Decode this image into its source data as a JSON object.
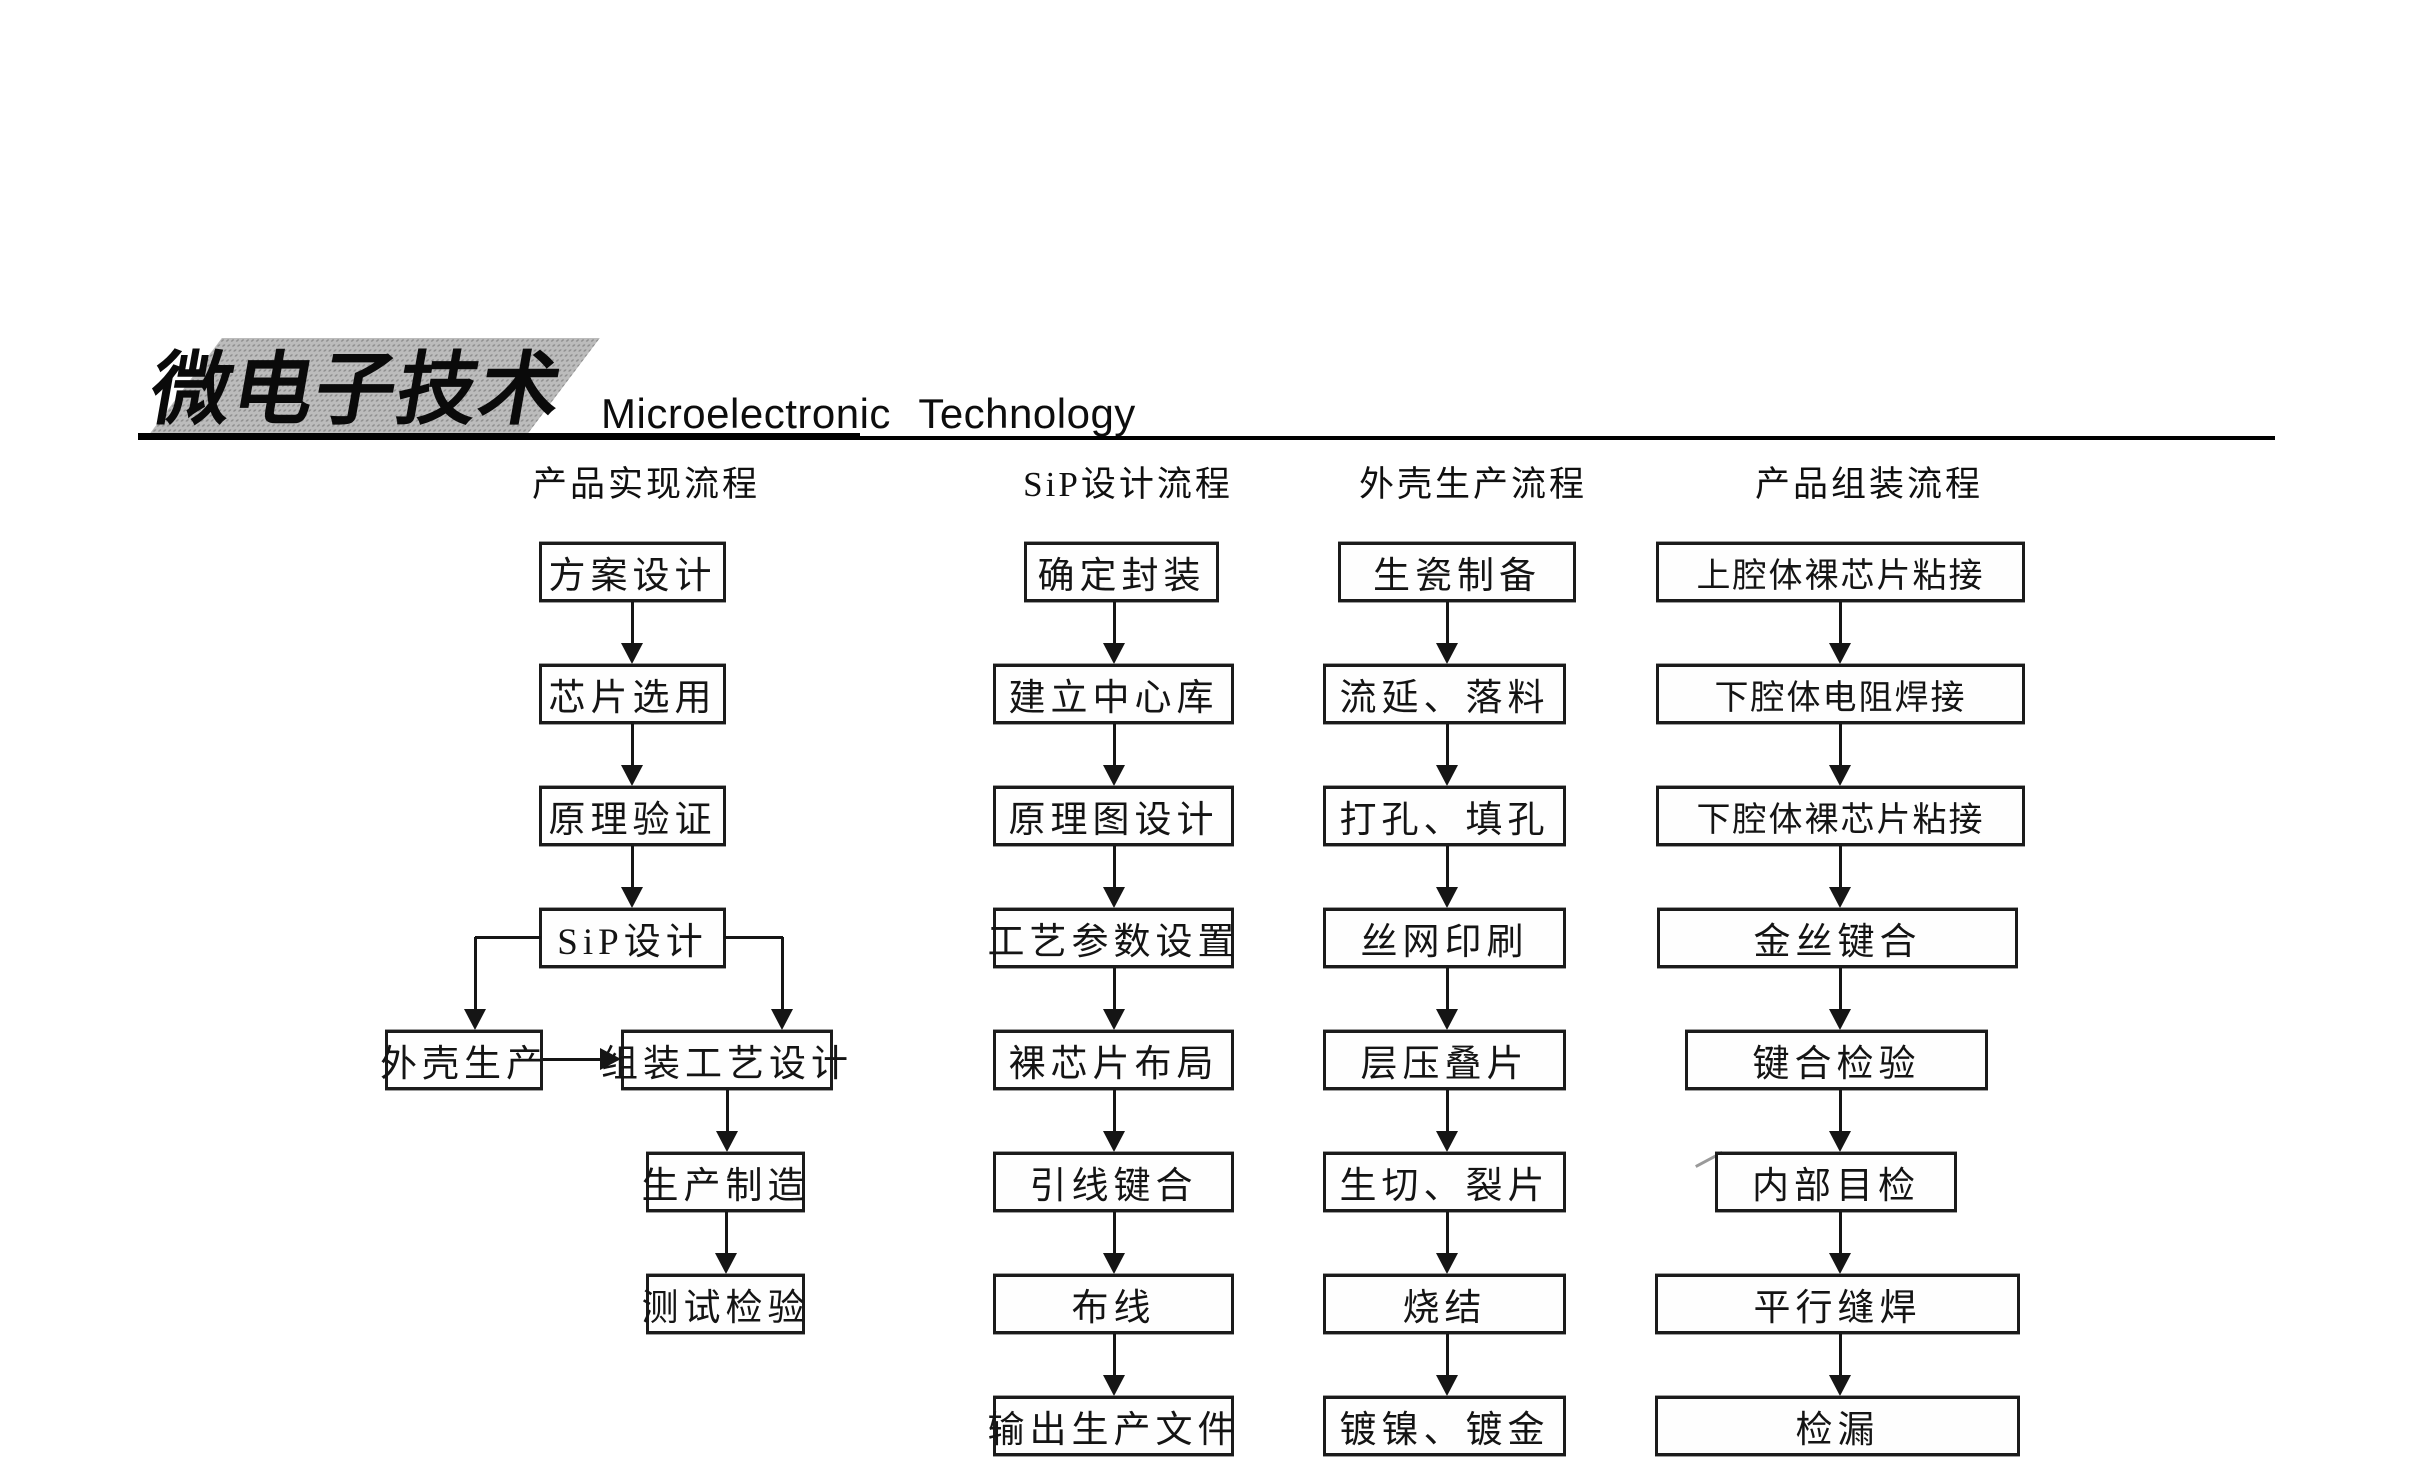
{
  "header": {
    "logo_text": "微电子技术",
    "logo_subtitle": "Microelectronic Technology"
  },
  "flowchart": {
    "columns": [
      {
        "title": "产品实现流程",
        "boxes": [
          "方案设计",
          "芯片选用",
          "原理验证",
          "SiP设计",
          "外壳生产",
          "组装工艺设计",
          "生产制造",
          "测试检验"
        ]
      },
      {
        "title": "SiP设计流程",
        "boxes": [
          "确定封装",
          "建立中心库",
          "原理图设计",
          "工艺参数设置",
          "裸芯片布局",
          "引线键合",
          "布线",
          "输出生产文件"
        ]
      },
      {
        "title": "外壳生产流程",
        "boxes": [
          "生瓷制备",
          "流延、落料",
          "打孔、填孔",
          "丝网印刷",
          "层压叠片",
          "生切、裂片",
          "烧结",
          "镀镍、镀金"
        ]
      },
      {
        "title": "产品组装流程",
        "boxes": [
          "上腔体裸芯片粘接",
          "下腔体电阻焊接",
          "下腔体裸芯片粘接",
          "金丝键合",
          "键合检验",
          "内部目检",
          "平行缝焊",
          "检漏"
        ]
      }
    ],
    "colors": {
      "ink": "#151515",
      "paper": "#ffffff",
      "logo_shadow_gray": "#bcbcbc"
    }
  }
}
